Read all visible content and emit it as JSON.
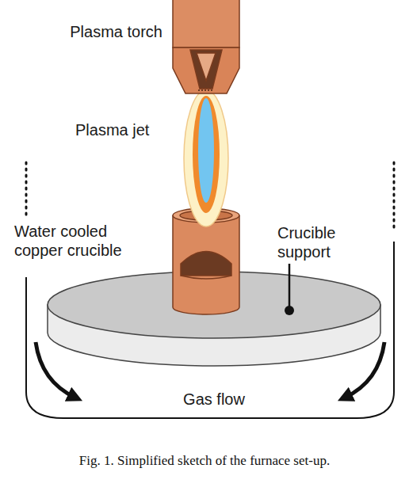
{
  "diagram": {
    "caption": "Fig. 1. Simplified sketch of the furnace set-up.",
    "labels": [
      "Plasma torch",
      "Plasma jet",
      "Water cooled copper crucible",
      "Crucible support",
      "Gas flow"
    ]
  }
}
